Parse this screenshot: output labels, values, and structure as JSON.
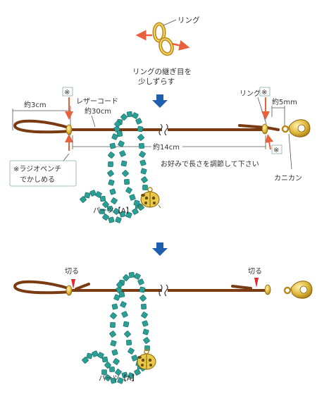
{
  "top": {
    "ring_label": "リング",
    "ring_note_line1": "リングの継ぎ目を",
    "ring_note_line2": "少しずらす"
  },
  "step1": {
    "dim_left": "約3cm",
    "mark": "※",
    "leather_cord": "レザーコード",
    "cord_length": "約30cm",
    "ring_label": "リング",
    "dim_right": "約5mm",
    "dim_middle": "約14cm",
    "adjust_note": "お好みで長さを調節して下さい",
    "pliers_line1": "※ラジオペンチ",
    "pliers_line2": "でかしめる",
    "kanikan": "カニカン",
    "parts": "パーツ【A】"
  },
  "step2": {
    "cut_left": "切る",
    "cut_right": "切る",
    "parts": "パーツ【A】"
  },
  "colors": {
    "cord": "#7a3a12",
    "bead": "#2a9f95",
    "gold": "#d8b23a",
    "arrow_blue": "#1f5fb0",
    "arrow_red": "#e8603c",
    "cut_mark": "#e02a2a",
    "dim_line": "#555555"
  }
}
